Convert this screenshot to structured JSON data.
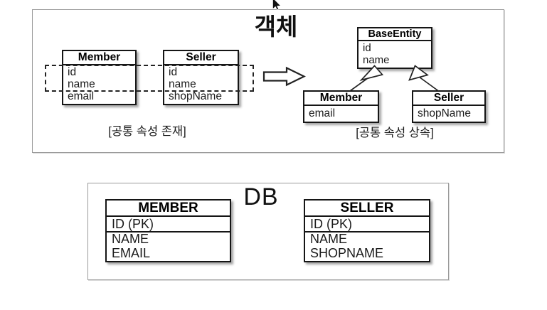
{
  "colors": {
    "background": "#ffffff",
    "box_border": "#151515",
    "section_border": "#9a9a9a",
    "text": "#1a1a1a"
  },
  "cursor": {
    "icon": "mouse-pointer-icon"
  },
  "object_section": {
    "title": "객체",
    "before": {
      "classes": [
        {
          "name": "Member",
          "attributes": [
            "id",
            "name",
            "email"
          ]
        },
        {
          "name": "Seller",
          "attributes": [
            "id",
            "name",
            "shopName"
          ]
        }
      ],
      "caption": "[공통 속성 존재]"
    },
    "arrow": {
      "icon": "right-block-arrow-icon"
    },
    "after": {
      "base_class": {
        "name": "BaseEntity",
        "attributes": [
          "id",
          "name"
        ]
      },
      "subclasses": [
        {
          "name": "Member",
          "attributes": [
            "email"
          ]
        },
        {
          "name": "Seller",
          "attributes": [
            "shopName"
          ]
        }
      ],
      "caption": "[공통 속성 상속]"
    }
  },
  "db_section": {
    "title": "DB",
    "tables": [
      {
        "name": "MEMBER",
        "pk": "ID (PK)",
        "columns": [
          "NAME",
          "EMAIL"
        ]
      },
      {
        "name": "SELLER",
        "pk": "ID (PK)",
        "columns": [
          "NAME",
          "SHOPNAME"
        ]
      }
    ]
  }
}
